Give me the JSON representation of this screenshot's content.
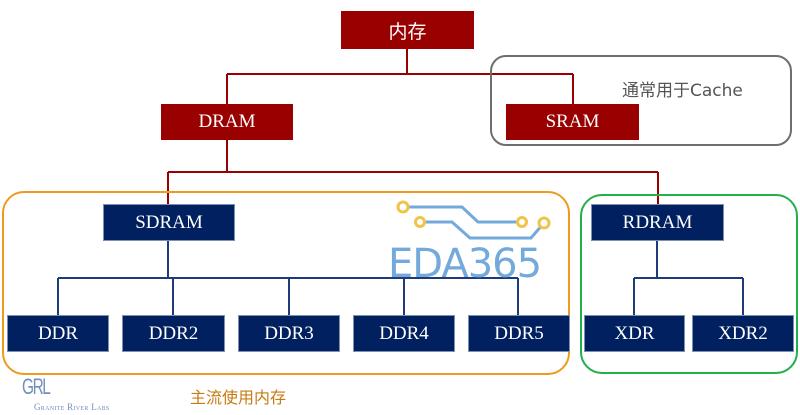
{
  "diagram": {
    "root": {
      "label": "内存"
    },
    "level1": [
      {
        "label": "DRAM"
      },
      {
        "label": "SRAM"
      }
    ],
    "level2": [
      {
        "label": "SDRAM"
      },
      {
        "label": "RDRAM"
      }
    ],
    "sdram_children": [
      {
        "label": "DDR"
      },
      {
        "label": "DDR2"
      },
      {
        "label": "DDR3"
      },
      {
        "label": "DDR4"
      },
      {
        "label": "DDR5"
      }
    ],
    "rdram_children": [
      {
        "label": "XDR"
      },
      {
        "label": "XDR2"
      }
    ],
    "groups": {
      "cache_note": "通常用于Cache",
      "mainstream_note": "主流使用内存"
    }
  },
  "watermark": {
    "eda": "EDA365",
    "grl_logo": "GRL",
    "grl_name": "Granite River Labs"
  },
  "colors": {
    "red_node": "#990000",
    "blue_node": "#002060",
    "cache_border": "#6e6e6e",
    "mainstream_border": "#ee9a1e",
    "rdram_border": "#22b04b"
  }
}
